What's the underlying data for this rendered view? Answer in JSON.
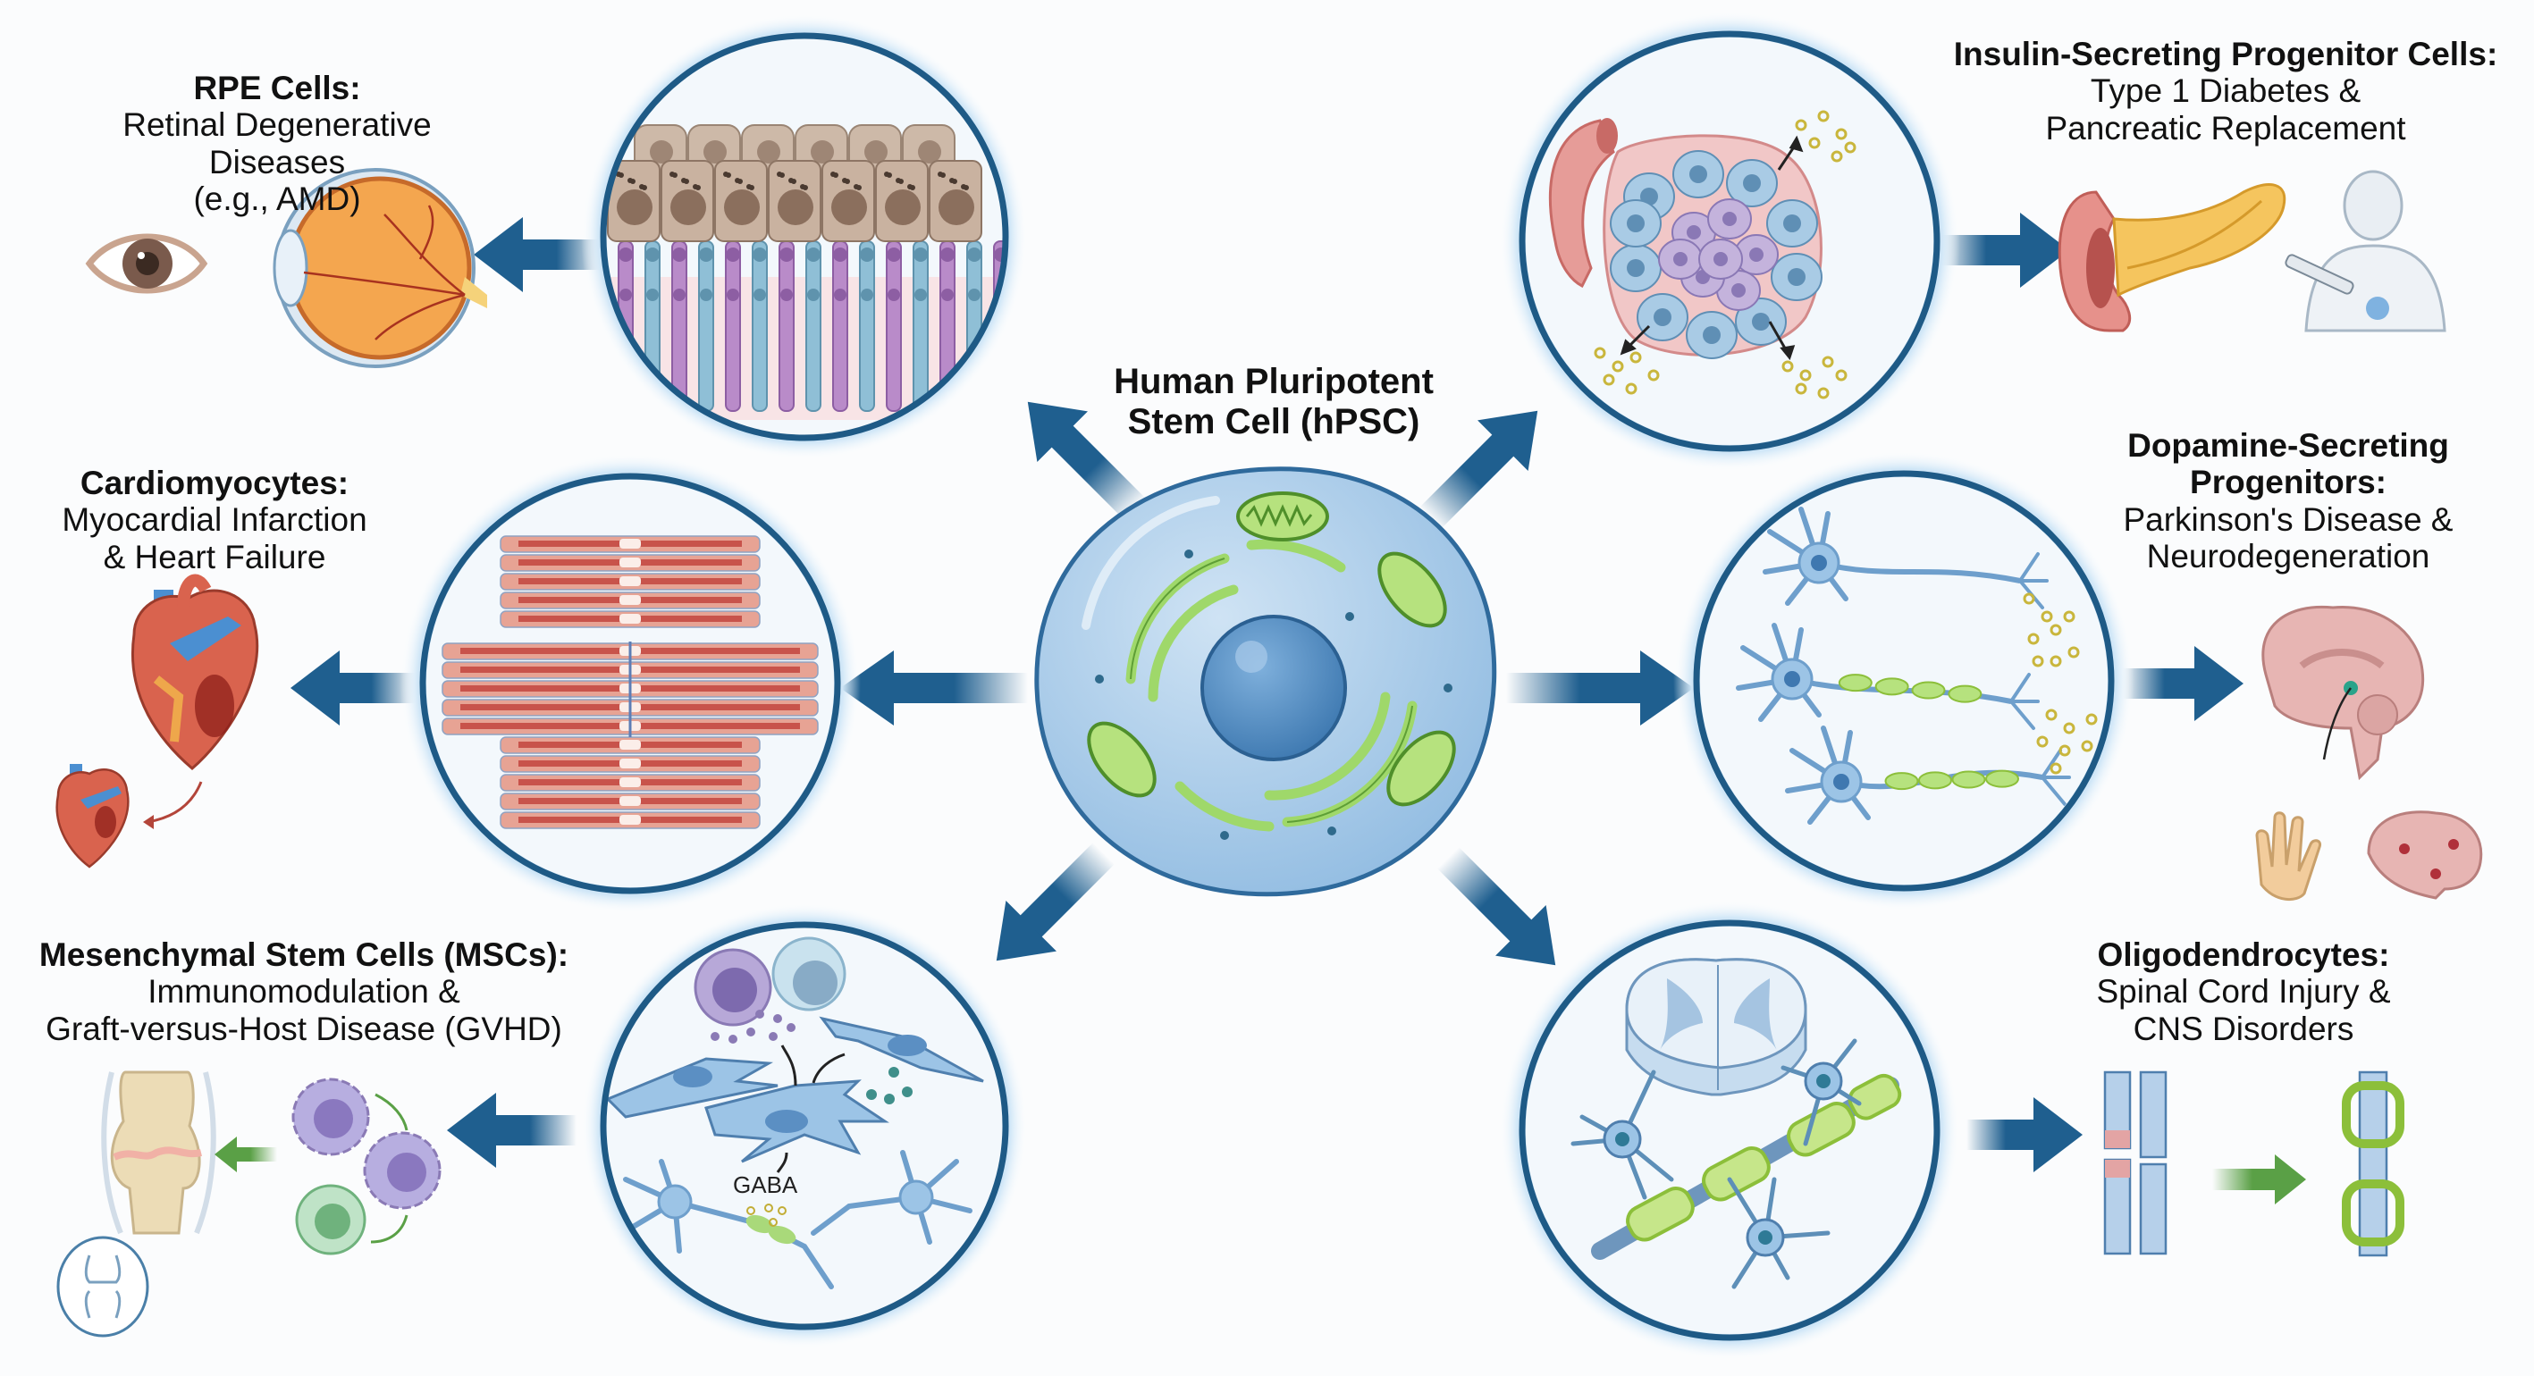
{
  "center": {
    "title_line1": "Human Pluripotent",
    "title_line2": "Stem Cell (hPSC)",
    "icon": "stem-cell-icon"
  },
  "branches": [
    {
      "id": "rpe",
      "title": "RPE Cells:",
      "subtitle_lines": [
        "Retinal Degenerative Diseases",
        "(e.g., AMD)"
      ],
      "micro_icon": "rpe-photoreceptor-layer-icon",
      "outcome_icons": [
        "eye-icon",
        "eyeball-cross-section-icon"
      ]
    },
    {
      "id": "cardio",
      "title": "Cardiomyocytes:",
      "subtitle_lines": [
        "Myocardial Infarction",
        "& Heart Failure"
      ],
      "micro_icon": "cardiac-muscle-fibers-icon",
      "outcome_icons": [
        "heart-icon",
        "damaged-heart-icon"
      ]
    },
    {
      "id": "msc",
      "title": "Mesenchymal Stem Cells (MSCs):",
      "subtitle_lines": [
        "Immunomodulation &",
        "Graft-versus-Host Disease (GVHD)"
      ],
      "micro_icon": "msc-neuron-interaction-icon",
      "micro_text": "GABA",
      "outcome_icons": [
        "knee-joint-icon",
        "immune-cells-icon",
        "joint-badge-icon"
      ]
    },
    {
      "id": "insulin",
      "title": "Insulin-Secreting Progenitor Cells:",
      "subtitle_lines": [
        "Type 1 Diabetes &",
        "Pancreatic Replacement"
      ],
      "micro_icon": "pancreatic-islet-icon",
      "outcome_icons": [
        "pancreas-icon",
        "person-insulin-pen-icon"
      ]
    },
    {
      "id": "dopamine",
      "title_lines": [
        "Dopamine-Secreting",
        "Progenitors:"
      ],
      "subtitle_lines": [
        "Parkinson's Disease &",
        "Neurodegeneration"
      ],
      "micro_icon": "dopaminergic-neurons-icon",
      "outcome_icons": [
        "brain-sagittal-icon",
        "tremor-hand-icon",
        "degenerated-brain-icon"
      ]
    },
    {
      "id": "oligo",
      "title": "Oligodendrocytes:",
      "subtitle_lines": [
        "Spinal Cord Injury &",
        "CNS Disorders"
      ],
      "micro_icon": "myelinating-oligodendrocytes-icon",
      "outcome_icons": [
        "injured-axon-icon",
        "remyelinated-axon-icon"
      ]
    }
  ],
  "colors": {
    "arrow_blue": "#1f5f8f",
    "ring_blue": "#1e5a86",
    "glow_blue": "#cfe6f7",
    "cell_blue": "#9cc4e6",
    "nucleus_blue": "#4f8cc4",
    "organelle_green": "#9fd86a",
    "repair_green": "#5aa046"
  }
}
